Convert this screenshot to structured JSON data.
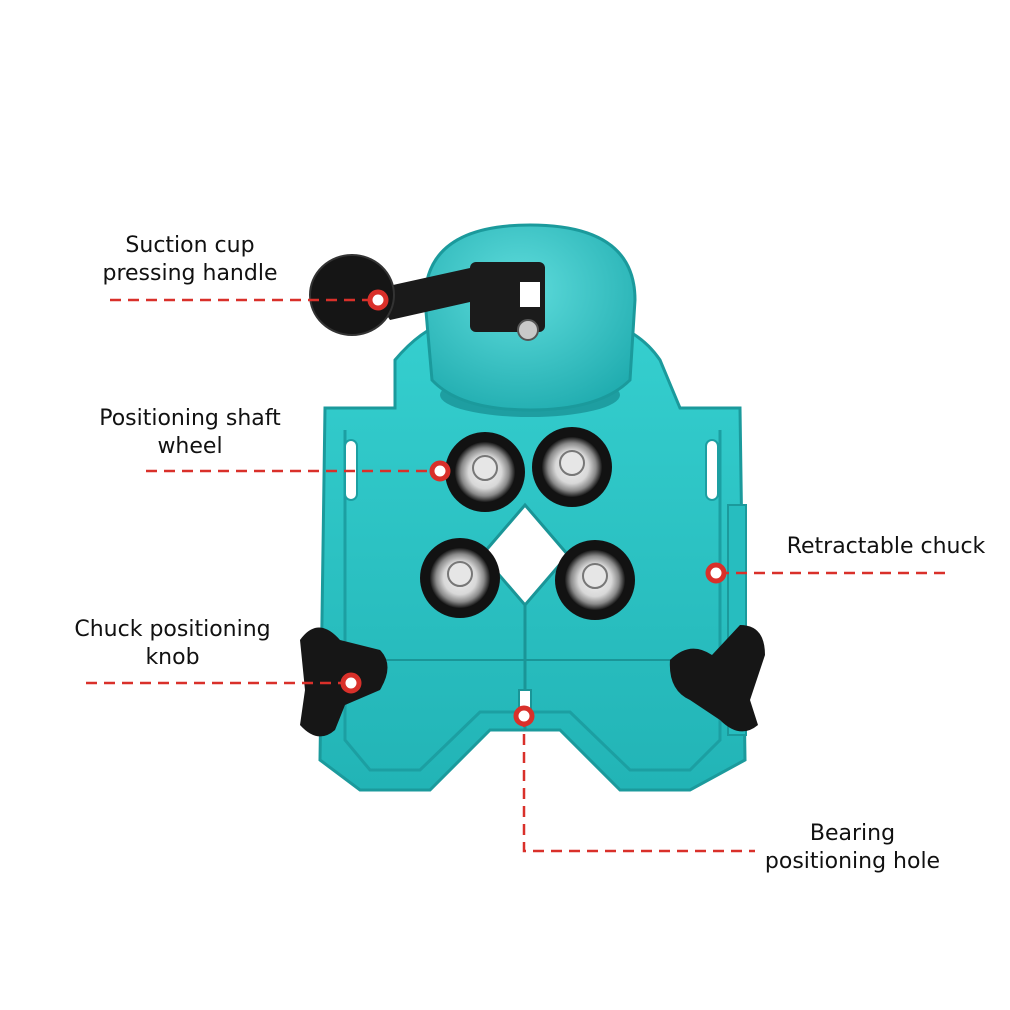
{
  "callouts": {
    "suction_handle": {
      "line1": "Suction cup",
      "line2": "pressing handle"
    },
    "shaft_wheel": {
      "line1": "Positioning shaft",
      "line2": "wheel"
    },
    "retractable_chuck": {
      "line1": "Retractable chuck"
    },
    "chuck_knob": {
      "line1": "Chuck positioning",
      "line2": "knob"
    },
    "bearing_hole": {
      "line1": "Bearing",
      "line2": "positioning hole"
    }
  },
  "colors": {
    "body": "#2bc4c4",
    "body_dark": "#1f9ea2",
    "black": "#141414",
    "callout": "#d9302a",
    "bearing_steel": "#b7b7b7"
  }
}
